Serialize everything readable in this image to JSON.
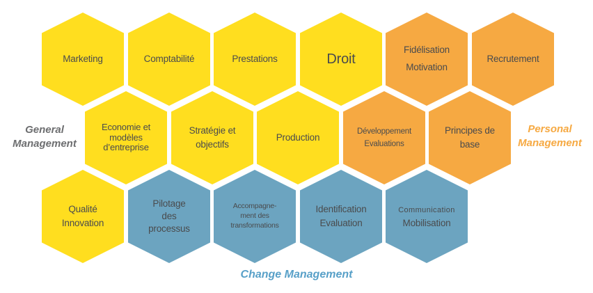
{
  "colors": {
    "yellow": "#FFDE1F",
    "orange": "#F6A942",
    "blue": "#6CA4C0",
    "hex_text": "#4A4B4D"
  },
  "categories": [
    {
      "id": "general",
      "label": "General\nManagement",
      "color": "#6D6E70"
    },
    {
      "id": "personal",
      "label": "Personal\nManagement",
      "color": "#F6A942"
    },
    {
      "id": "change",
      "label": "Change Management",
      "color": "#58A0C8"
    }
  ],
  "hexagons": [
    {
      "id": "marketing",
      "label": "Marketing",
      "category": "General Management",
      "color": "yellow"
    },
    {
      "id": "comptabilite",
      "label": "Comptabilité",
      "category": "General Management",
      "color": "yellow"
    },
    {
      "id": "prestations",
      "label": "Prestations",
      "category": "General Management",
      "color": "yellow"
    },
    {
      "id": "droit",
      "label": "Droit",
      "category": "General Management",
      "color": "yellow"
    },
    {
      "id": "fidelisation",
      "label": "Fidélisation\nMotivation",
      "category": "Personal Management",
      "color": "orange"
    },
    {
      "id": "recrutement",
      "label": "Recrutement",
      "category": "Personal Management",
      "color": "orange"
    },
    {
      "id": "economie",
      "label": "Economie et\nmodèles\nd’entreprise",
      "category": "General Management",
      "color": "yellow"
    },
    {
      "id": "strategie",
      "label": "Stratégie et\nobjectifs",
      "category": "General Management",
      "color": "yellow"
    },
    {
      "id": "production",
      "label": "Production",
      "category": "General Management",
      "color": "yellow"
    },
    {
      "id": "developpement",
      "label": "Développement\nEvaluations",
      "category": "Personal Management",
      "color": "orange"
    },
    {
      "id": "principes",
      "label": "Principes de\nbase",
      "category": "Personal Management",
      "color": "orange"
    },
    {
      "id": "qualite",
      "label": "Qualité\nInnovation",
      "category": "General Management",
      "color": "yellow"
    },
    {
      "id": "pilotage",
      "label": "Pilotage\ndes\nprocessus",
      "category": "Change Management",
      "color": "blue"
    },
    {
      "id": "accompagnement",
      "label": "Accompagne-\nment des\ntransformations",
      "category": "Change Management",
      "color": "blue"
    },
    {
      "id": "identification",
      "label": "Identification\nEvaluation",
      "category": "Change Management",
      "color": "blue"
    },
    {
      "id": "communication",
      "label": "Communication\nMobilisation",
      "category": "Change Management",
      "color": "blue"
    }
  ]
}
